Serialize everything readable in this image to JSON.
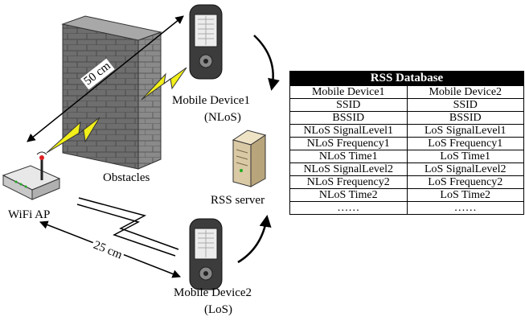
{
  "labels": {
    "device1_name": "Mobile Device1",
    "device1_mode": "(NLoS)",
    "device2_name": "Mobile Device2",
    "device2_mode": "(LoS)",
    "wifi_ap": "WiFi AP",
    "obstacles": "Obstacles",
    "rss_server": "RSS server",
    "dist_50": "50 cm",
    "dist_25": "25 cm"
  },
  "table": {
    "title": "RSS Database",
    "rows": [
      [
        "Mobile Device1",
        "Mobile Device2"
      ],
      [
        "SSID",
        "SSID"
      ],
      [
        "BSSID",
        "BSSID"
      ],
      [
        "NLoS  SignalLevel1",
        "LoS  SignalLevel1"
      ],
      [
        "NLoS  Frequency1",
        "LoS  Frequency1"
      ],
      [
        "NLoS  Time1",
        "LoS  Time1"
      ],
      [
        "NLoS  SignalLevel2",
        "LoS  SignalLevel2"
      ],
      [
        "NLoS  Frequency2",
        "LoS  Frequency2"
      ],
      [
        "NLoS  Time2",
        "LoS  Time2"
      ],
      [
        "……",
        "……"
      ]
    ]
  },
  "colors": {
    "wall_front": "#6e6e6e",
    "wall_side": "#8a8a8a",
    "wall_top": "#a8a8a8",
    "bolt": "#f2ef1a",
    "server": "#d9c9a4"
  }
}
